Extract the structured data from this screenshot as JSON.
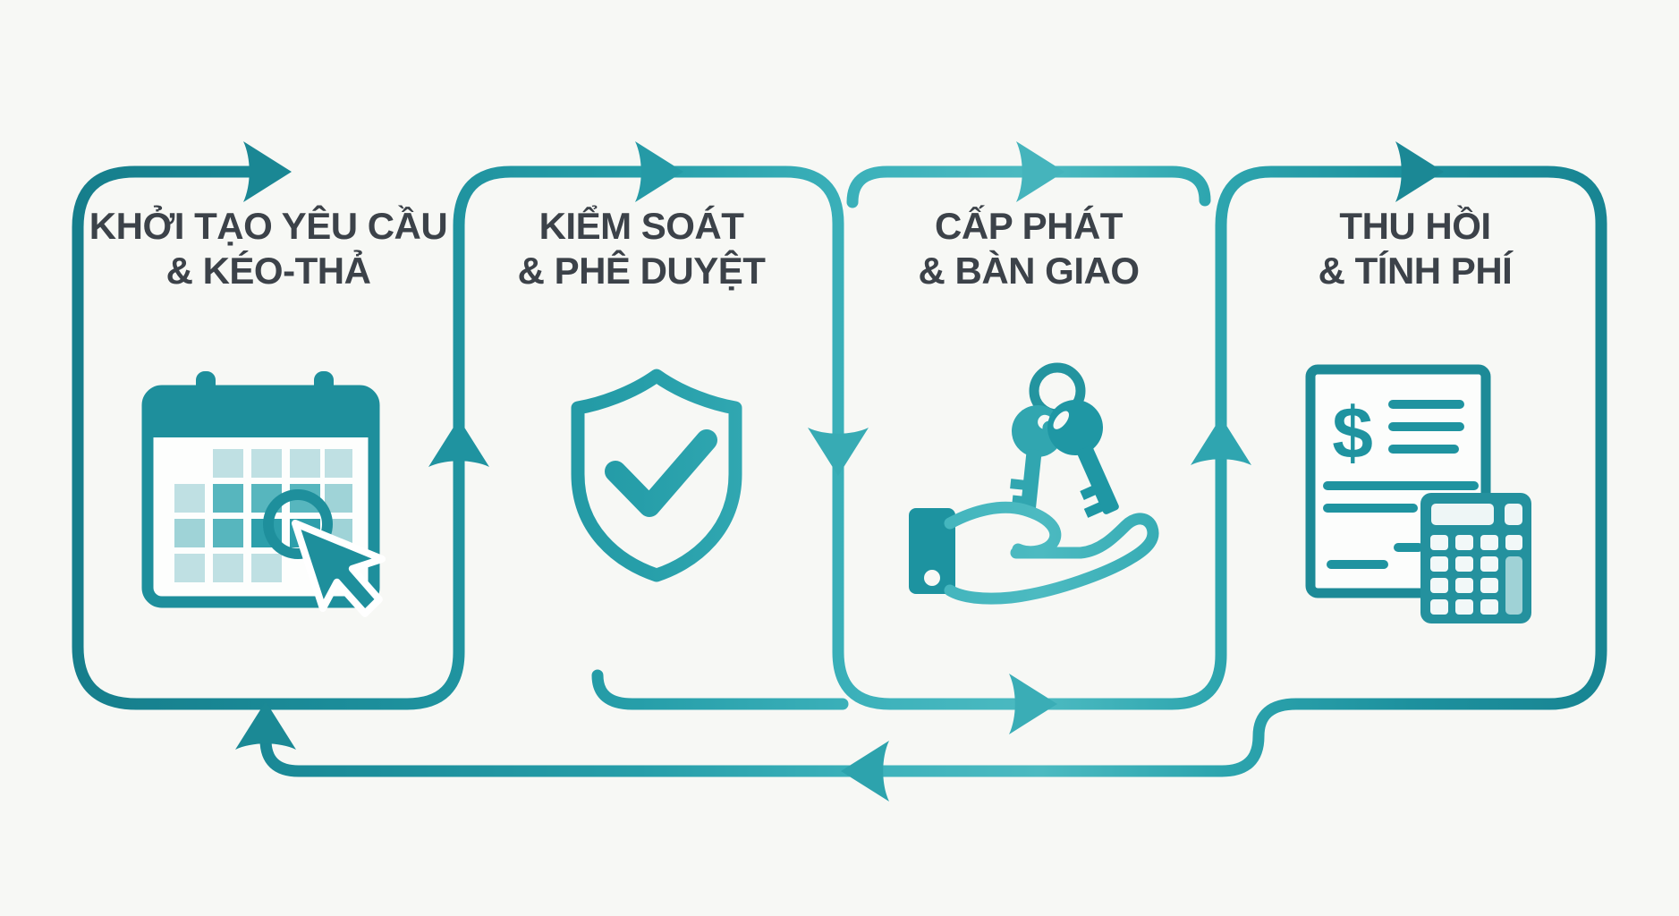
{
  "colors": {
    "background": "#f7f8f5",
    "title_text": "#3c4249",
    "line_teal_dark": "#147a88",
    "line_teal": "#269ea9",
    "line_teal_light": "#4cbac1",
    "calendar_cell_light": "#bfe0e3",
    "calendar_cell_medium": "#57b6be",
    "calendar_cell_dark": "#2d9fab"
  },
  "stages": [
    {
      "id": 1,
      "title_line1": "KHỞI TẠO YÊU CẦU",
      "title_line2": "& KÉO-THẢ",
      "icon": "calendar-drag-drop-icon"
    },
    {
      "id": 2,
      "title_line1": "KIỂM SOÁT",
      "title_line2": "& PHÊ DUYỆT",
      "icon": "shield-check-icon"
    },
    {
      "id": 3,
      "title_line1": "CẤP PHÁT",
      "title_line2": "& BÀN GIAO",
      "icon": "hand-keys-icon"
    },
    {
      "id": 4,
      "title_line1": "THU HỒI",
      "title_line2": "& TÍNH PHÍ",
      "icon": "invoice-calculator-icon"
    }
  ],
  "invoice": {
    "currency_symbol": "$"
  },
  "flow": {
    "type": "cycle",
    "arrows": [
      "right-over-stage-1",
      "up-between-stage-1-2",
      "right-over-stage-2",
      "down-between-stage-2-3",
      "right-under-stage-3",
      "right-over-stage-3",
      "up-between-stage-3-4",
      "right-over-stage-4",
      "left-return-bottom",
      "up-return-into-stage-1"
    ]
  }
}
